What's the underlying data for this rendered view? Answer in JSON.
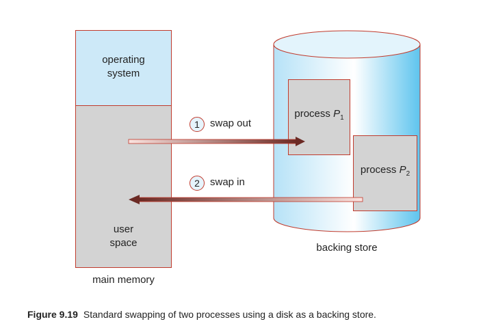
{
  "memory": {
    "os_label_line1": "operating",
    "os_label_line2": "system",
    "user_label_line1": "user",
    "user_label_line2": "space",
    "caption": "main memory"
  },
  "backing_store": {
    "label": "backing store",
    "process1_text": "process ",
    "process1_name": "P",
    "process1_sub": "1",
    "process2_text": "process ",
    "process2_name": "P",
    "process2_sub": "2"
  },
  "steps": [
    {
      "number": "1",
      "label": "swap out"
    },
    {
      "number": "2",
      "label": "swap in"
    }
  ],
  "figure": {
    "number": "Figure 9.19",
    "caption": "Standard swapping of two processes using a disk as a backing store."
  },
  "colors": {
    "os_fill": "#cde9f8",
    "user_fill": "#d3d3d3",
    "border": "#c0392b",
    "arrow_dark": "#6b2a24"
  }
}
